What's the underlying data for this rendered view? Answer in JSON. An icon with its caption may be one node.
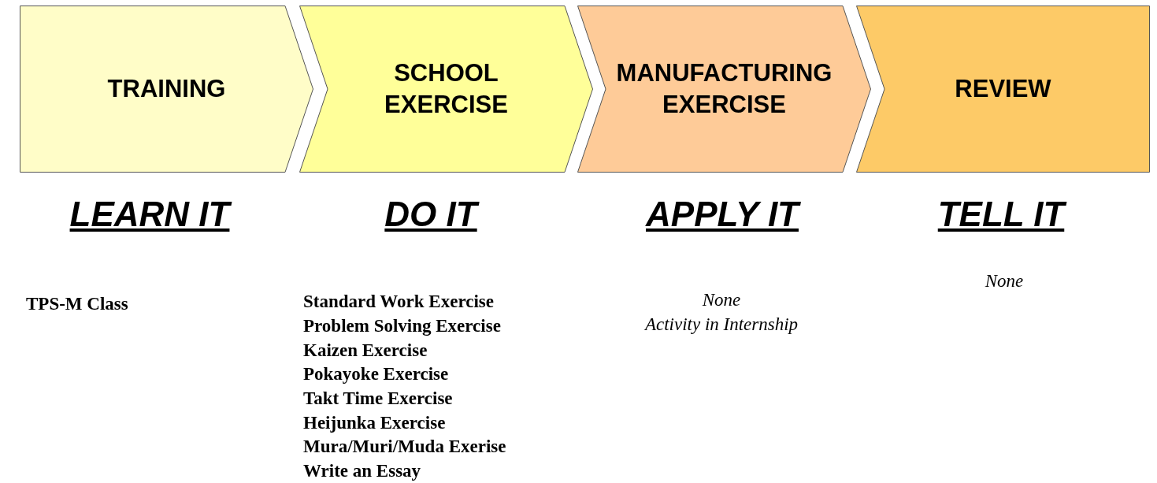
{
  "diagram": {
    "nodes": [
      {
        "text": [
          "TRAINING"
        ]
      },
      {
        "text": [
          "SCHOOL EXERCISE"
        ]
      },
      {
        "text": [
          "MANUFACTURING EXERCISE"
        ]
      },
      {
        "text": [
          "REVIEW"
        ]
      }
    ],
    "labels": [
      "LEARN IT",
      "DO IT",
      "APPLY IT",
      "TELL IT",
      "TPS-M Class",
      "Standard Work Exercise",
      "Problem Solving Exercise",
      "Kaizen Exercise",
      "Pokayoke Exercise",
      "Takt Time Exercise",
      "Heijunka Exercise",
      "Mura/Muri/Muda Exerise",
      "Write an Essay",
      "None",
      "Activity in Internship",
      "None"
    ]
  }
}
